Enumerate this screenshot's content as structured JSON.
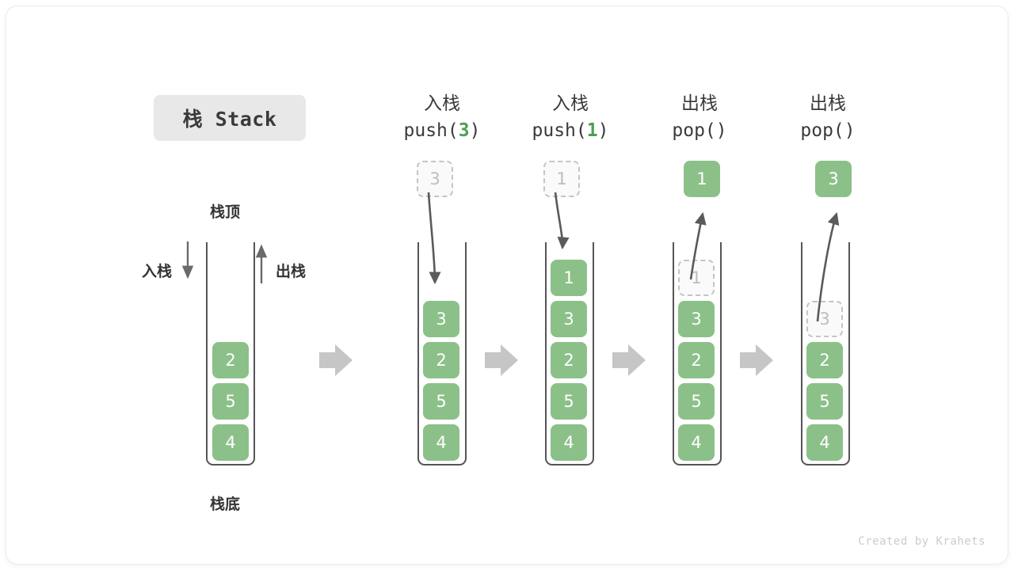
{
  "title_badge": {
    "label": "栈 Stack"
  },
  "credit": "Created by Krahets",
  "colors": {
    "cell_green": "#8cc089",
    "accent_green": "#4a9e52",
    "ghost_fill": "#fafafa",
    "ghost_border": "#c4c4c4",
    "stack_border": "#555555",
    "arrow_gray": "#5a5a5a",
    "step_arrow_gray": "#c6c6c6",
    "badge_bg": "#e8e8e8",
    "text_dark": "#3a3a3a"
  },
  "base_stack": {
    "top_label": "栈顶",
    "bottom_label": "栈底",
    "push_label": "入栈",
    "pop_label": "出栈",
    "cells": [
      "2",
      "5",
      "4"
    ]
  },
  "steps": [
    {
      "id": "push-3",
      "title_cn": "入栈",
      "code_prefix": "push(",
      "code_value": "3",
      "code_suffix": ")",
      "floating": {
        "value": "3",
        "style": "ghost",
        "position": "above"
      },
      "arrow": "down-into-stack",
      "cells": [
        "3",
        "2",
        "5",
        "4"
      ],
      "ghost_index": -1
    },
    {
      "id": "push-1",
      "title_cn": "入栈",
      "code_prefix": "push(",
      "code_value": "1",
      "code_suffix": ")",
      "floating": {
        "value": "1",
        "style": "ghost",
        "position": "above"
      },
      "arrow": "down-into-stack",
      "cells": [
        "1",
        "3",
        "2",
        "5",
        "4"
      ],
      "ghost_index": -1
    },
    {
      "id": "pop-1",
      "title_cn": "出栈",
      "code_prefix": "pop(",
      "code_value": "",
      "code_suffix": ")",
      "floating": {
        "value": "1",
        "style": "solid",
        "position": "above"
      },
      "arrow": "up-out-of-stack",
      "cells": [
        "1",
        "3",
        "2",
        "5",
        "4"
      ],
      "ghost_index": 0
    },
    {
      "id": "pop-2",
      "title_cn": "出栈",
      "code_prefix": "pop(",
      "code_value": "",
      "code_suffix": ")",
      "floating": {
        "value": "3",
        "style": "solid",
        "position": "above"
      },
      "arrow": "up-out-of-stack",
      "cells": [
        "3",
        "2",
        "5",
        "4"
      ],
      "ghost_index": 0
    }
  ],
  "step_separators": [
    "→",
    "→",
    "→",
    "→"
  ]
}
